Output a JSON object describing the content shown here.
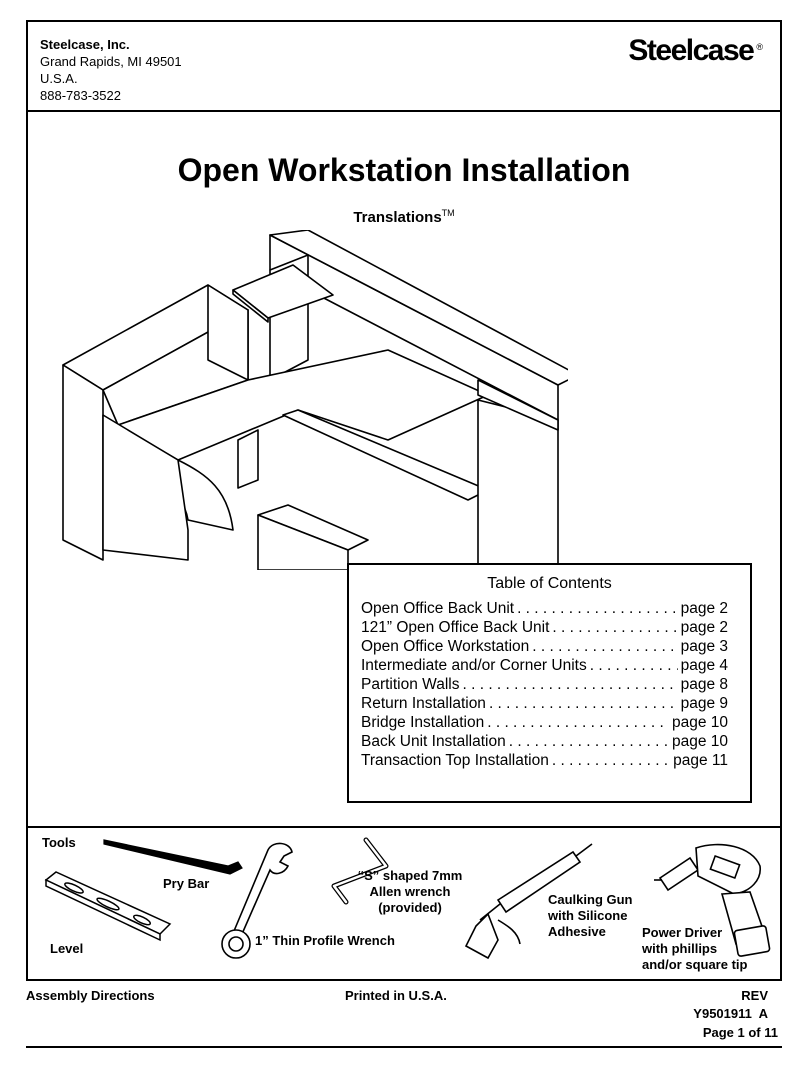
{
  "header": {
    "company_name": "Steelcase, Inc.",
    "address_line1": "Grand Rapids, MI 49501",
    "address_line2": "U.S.A.",
    "phone": "888-783-3522",
    "brand": "Steelcase",
    "brand_mark": "®"
  },
  "title": "Open Workstation Installation",
  "subtitle": "Translations",
  "subtitle_mark": "TM",
  "toc": {
    "title": "Table of Contents",
    "items": [
      {
        "label": "Open Office Back Unit",
        "page": "page 2"
      },
      {
        "label": "121” Open Office Back Unit",
        "page": "page 2"
      },
      {
        "label": "Open Office Workstation",
        "page": "page 3"
      },
      {
        "label": "Intermediate and/or Corner Units",
        "page": "page 4"
      },
      {
        "label": "Partition Walls",
        "page": "page 8"
      },
      {
        "label": "Return Installation",
        "page": "page 9"
      },
      {
        "label": "Bridge Installation",
        "page": "page 10"
      },
      {
        "label": "Back Unit Installation",
        "page": "page 10"
      },
      {
        "label": "Transaction Top Installation",
        "page": "page 11"
      }
    ]
  },
  "tools": {
    "heading": "Tools",
    "level": "Level",
    "pry_bar": "Pry Bar",
    "wrench": "1” Thin Profile Wrench",
    "allen_line1": "“S” shaped 7mm",
    "allen_line2": "Allen wrench",
    "allen_line3": "(provided)",
    "caulk_line1": "Caulking Gun",
    "caulk_line2": "with Silicone",
    "caulk_line3": "Adhesive",
    "driver_line1": "Power Driver",
    "driver_line2": "with phillips",
    "driver_line3": "and/or square tip"
  },
  "footer": {
    "left": "Assembly Directions",
    "middle": "Printed in U.S.A.",
    "rev": "REV",
    "doc_number": "Y9501911  A",
    "page": "Page 1 of 11"
  }
}
